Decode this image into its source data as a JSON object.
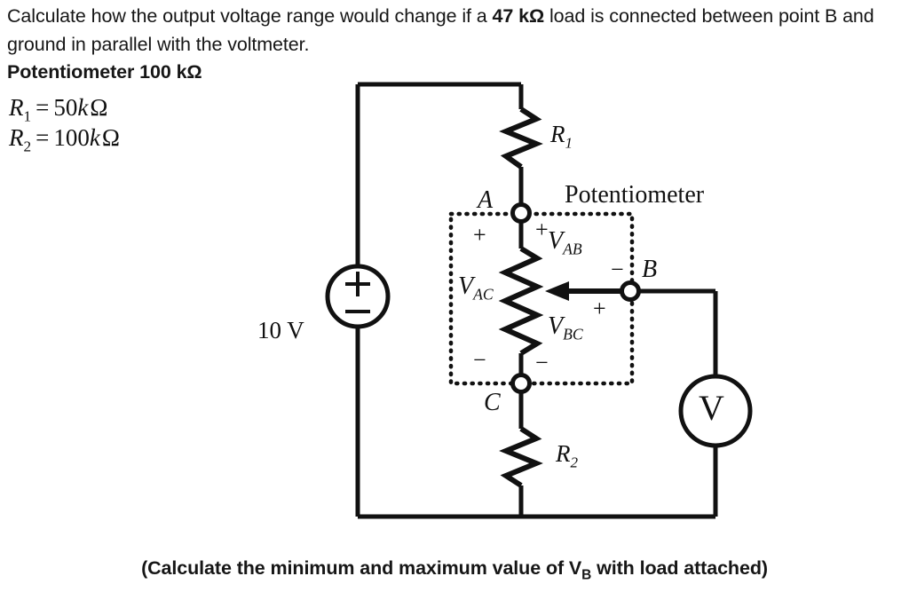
{
  "problem": {
    "statement_part1": "Calculate how the output voltage range would change if a ",
    "statement_bold": "47 kΩ",
    "statement_part2": " load is connected between point B and ground in parallel with the voltmeter.",
    "heading": "Potentiometer 100 kΩ"
  },
  "equations": {
    "r1": {
      "var": "R",
      "sub": "1",
      "eq": "=",
      "value": "50",
      "k": "k",
      "ohm": "Ω"
    },
    "r2": {
      "var": "R",
      "sub": "2",
      "eq": "=",
      "value": "100",
      "k": "k",
      "ohm": "Ω"
    }
  },
  "circuit": {
    "source_label": "10 V",
    "source_plus": "+",
    "source_minus": "−",
    "r1_label": "R",
    "r1_sub": "1",
    "r2_label": "R",
    "r2_sub": "2",
    "potentiometer_label": "Potentiometer",
    "node_a": "A",
    "node_b": "B",
    "node_c": "C",
    "v_ac": "V",
    "v_ac_sub": "AC",
    "v_ab": "V",
    "v_ab_sub": "AB",
    "v_bc": "V",
    "v_bc_sub": "BC",
    "voltmeter_label": "V",
    "sign_ac_plus": "+",
    "sign_ac_minus": "−",
    "sign_ab_plus": "+",
    "sign_ab_minus": "−",
    "sign_bc_plus": "+",
    "sign_bc_minus": "−"
  },
  "caption": {
    "before": "(Calculate the minimum and maximum value of V",
    "sub": "B",
    "after": " with load attached)"
  },
  "colors": {
    "ink": "#111111",
    "text": "#161616",
    "background": "#ffffff"
  }
}
